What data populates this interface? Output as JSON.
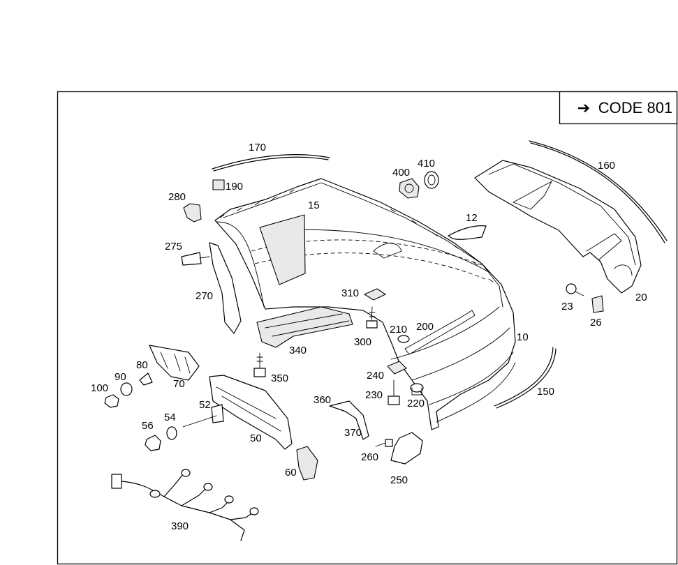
{
  "badge": {
    "arrow": "➔",
    "code": "CODE 801"
  },
  "labels": {
    "p10": "10",
    "p12": "12",
    "p15": "15",
    "p20": "20",
    "p23": "23",
    "p26": "26",
    "p50": "50",
    "p52": "52",
    "p54": "54",
    "p56": "56",
    "p60": "60",
    "p70": "70",
    "p80": "80",
    "p90": "90",
    "p100": "100",
    "p150": "150",
    "p160": "160",
    "p170": "170",
    "p190": "190",
    "p200": "200",
    "p210": "210",
    "p220": "220",
    "p230": "230",
    "p240": "240",
    "p250": "250",
    "p260": "260",
    "p270": "270",
    "p275": "275",
    "p280": "280",
    "p300": "300",
    "p310": "310",
    "p340": "340",
    "p350": "350",
    "p360": "360",
    "p370": "370",
    "p390": "390",
    "p400": "400",
    "p410": "410"
  }
}
